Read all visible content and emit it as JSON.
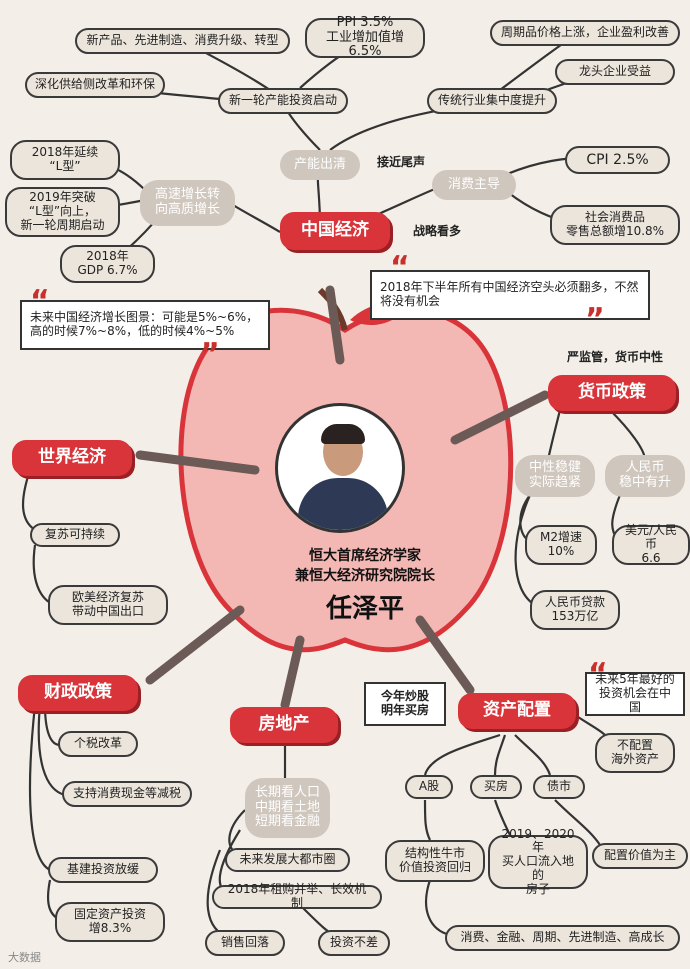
{
  "center": {
    "title_line1": "恒大首席经济学家",
    "title_line2": "兼恒大经济研究院院长",
    "name": "任泽平"
  },
  "china_economy": {
    "label": "中国经济",
    "strategy_note": "战略看多",
    "capacity": {
      "label": "产能出清",
      "status": "接近尾声",
      "new_investment": {
        "label": "新一轮产能投资启动",
        "drivers": "新产品、先进制造、消费升级、转型",
        "ppi": "PPI 3.5%\n工业增加值增6.5%",
        "reform": "深化供给侧改革和环保"
      },
      "concentration": {
        "label": "传统行业集中度提升",
        "prices": "周期品价格上涨，企业盈利改善",
        "leaders": "龙头企业受益"
      }
    },
    "consumption": {
      "label": "消费主导",
      "cpi": "CPI 2.5%",
      "retail": "社会消费品\n零售总额增10.8%"
    },
    "growth": {
      "label": "高速增长转\n向高质增长",
      "l2018": "2018年延续\n“L型”",
      "l2019": "2019年突破\n“L型”向上，\n新一轮周期启动",
      "gdp": "2018年\nGDP 6.7%"
    },
    "quote_top": "2018年下半年所有中国经济空头必须翻多，不然将没有机会",
    "quote_left": "未来中国经济增长图景：可能是5%~6%，高的时候7%~8%，低的时候4%~5%"
  },
  "world_economy": {
    "label": "世界经济",
    "recovery": "复苏可持续",
    "drive": "欧美经济复苏\n带动中国出口"
  },
  "monetary": {
    "label": "货币政策",
    "stance": "严监管，货币中性",
    "neutral": "中性稳健\n实际趋紧",
    "rmb": "人民币\n稳中有升",
    "m2": "M2增速\n10%",
    "loans": "人民币贷款\n153万亿",
    "usd": "美元/人民币\n6.6"
  },
  "fiscal": {
    "label": "财政政策",
    "tax": "个税改革",
    "cash": "支持消费现金等减税",
    "infra": "基建投资放缓",
    "fixed": "固定资产投资\n增8.3%"
  },
  "real_estate": {
    "label": "房地产",
    "view": "长期看人口\n中期看土地\n短期看金融",
    "cities": "未来发展大都市圈",
    "policy": "2018年租购并举、长效机制",
    "sales": "销售回落",
    "investment": "投资不差"
  },
  "assets": {
    "label": "资产配置",
    "slogan": "今年炒股\n明年买房",
    "best_quote": "未来5年最好的\n投资机会在中国",
    "overseas": "不配置\n海外资产",
    "stocks": "A股",
    "housing": "买房",
    "bonds": "债市",
    "structural": "结构性牛市\n价值投资回归",
    "buy_house": "2019、2020年\n买人口流入地的\n房子",
    "bond_value": "配置价值为主",
    "sectors": "消费、金融、周期、先进制造、高成长"
  },
  "colors": {
    "accent_red": "#d9343a",
    "dark_red": "#9b2025",
    "pill_gray": "#cfc6bd",
    "ink": "#3a3a3a"
  },
  "watermark": "大数据"
}
